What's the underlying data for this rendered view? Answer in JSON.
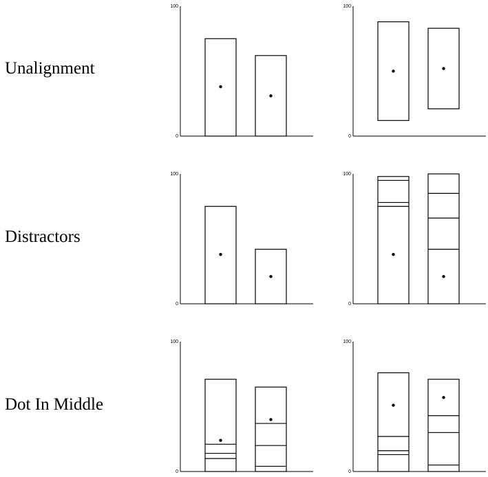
{
  "row_labels": [
    "Unalignment",
    "Distractors",
    "Dot In Middle"
  ],
  "chart_data": [
    {
      "type": "bar",
      "row": "Unalignment",
      "y_ticks": [
        "100",
        "0"
      ],
      "ylim": [
        0,
        100
      ],
      "bars": [
        {
          "bottom": 0,
          "top": 75,
          "dividers": [],
          "dot": 38
        },
        {
          "bottom": 0,
          "top": 62,
          "dividers": [],
          "dot": 31
        }
      ]
    },
    {
      "type": "bar",
      "row": "Unalignment",
      "y_ticks": [
        "100",
        "0"
      ],
      "ylim": [
        0,
        100
      ],
      "bars": [
        {
          "bottom": 12,
          "top": 88,
          "dividers": [],
          "dot": 50
        },
        {
          "bottom": 21,
          "top": 83,
          "dividers": [],
          "dot": 52
        }
      ]
    },
    {
      "type": "bar",
      "row": "Distractors",
      "y_ticks": [
        "100",
        "0"
      ],
      "ylim": [
        0,
        100
      ],
      "bars": [
        {
          "bottom": 0,
          "top": 75,
          "dividers": [],
          "dot": 38
        },
        {
          "bottom": 0,
          "top": 42,
          "dividers": [],
          "dot": 21
        }
      ]
    },
    {
      "type": "bar",
      "row": "Distractors",
      "y_ticks": [
        "100",
        "0"
      ],
      "ylim": [
        0,
        100
      ],
      "bars": [
        {
          "bottom": 0,
          "top": 98,
          "dividers": [
            75,
            78,
            95
          ],
          "dot": 38
        },
        {
          "bottom": 0,
          "top": 100,
          "dividers": [
            42,
            66,
            85
          ],
          "dot": 21
        }
      ]
    },
    {
      "type": "bar",
      "row": "Dot In Middle",
      "y_ticks": [
        "100",
        "0"
      ],
      "ylim": [
        0,
        100
      ],
      "bars": [
        {
          "bottom": 0,
          "top": 71,
          "dividers": [
            10,
            14,
            21
          ],
          "dot": 24
        },
        {
          "bottom": 0,
          "top": 65,
          "dividers": [
            4,
            20,
            37
          ],
          "dot": 40
        }
      ]
    },
    {
      "type": "bar",
      "row": "Dot In Middle",
      "y_ticks": [
        "100",
        "0"
      ],
      "ylim": [
        0,
        100
      ],
      "bars": [
        {
          "bottom": 0,
          "top": 76,
          "dividers": [
            13,
            16,
            27
          ],
          "dot": 51
        },
        {
          "bottom": 0,
          "top": 71,
          "dividers": [
            5,
            30,
            43
          ],
          "dot": 57
        }
      ]
    }
  ]
}
